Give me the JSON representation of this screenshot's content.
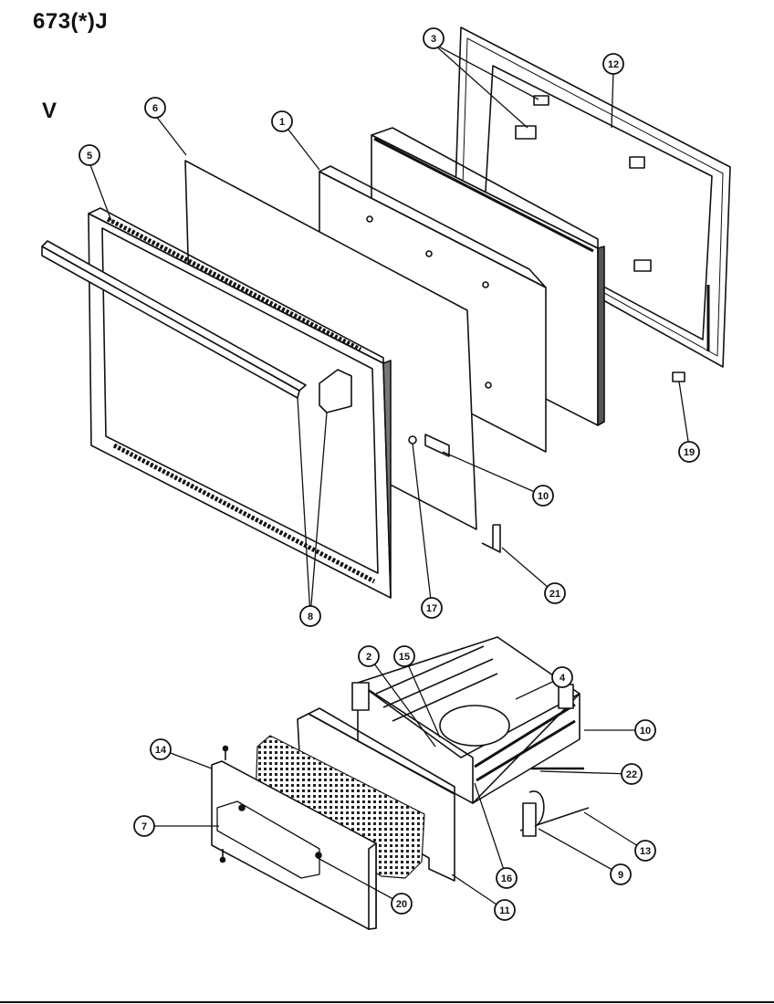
{
  "header": {
    "model": "673(*)J",
    "section": "V"
  },
  "callouts": [
    {
      "id": "c1",
      "label": "1"
    },
    {
      "id": "c2",
      "label": "2"
    },
    {
      "id": "c3",
      "label": "3"
    },
    {
      "id": "c4",
      "label": "4"
    },
    {
      "id": "c5",
      "label": "5"
    },
    {
      "id": "c6",
      "label": "6"
    },
    {
      "id": "c7",
      "label": "7"
    },
    {
      "id": "c8",
      "label": "8"
    },
    {
      "id": "c9",
      "label": "9"
    },
    {
      "id": "c10a",
      "label": "10"
    },
    {
      "id": "c10b",
      "label": "10"
    },
    {
      "id": "c11",
      "label": "11"
    },
    {
      "id": "c12",
      "label": "12"
    },
    {
      "id": "c13",
      "label": "13"
    },
    {
      "id": "c14",
      "label": "14"
    },
    {
      "id": "c15",
      "label": "15"
    },
    {
      "id": "c16",
      "label": "16"
    },
    {
      "id": "c17",
      "label": "17"
    },
    {
      "id": "c19",
      "label": "19"
    },
    {
      "id": "c20",
      "label": "20"
    },
    {
      "id": "c21",
      "label": "21"
    },
    {
      "id": "c22",
      "label": "22"
    }
  ]
}
